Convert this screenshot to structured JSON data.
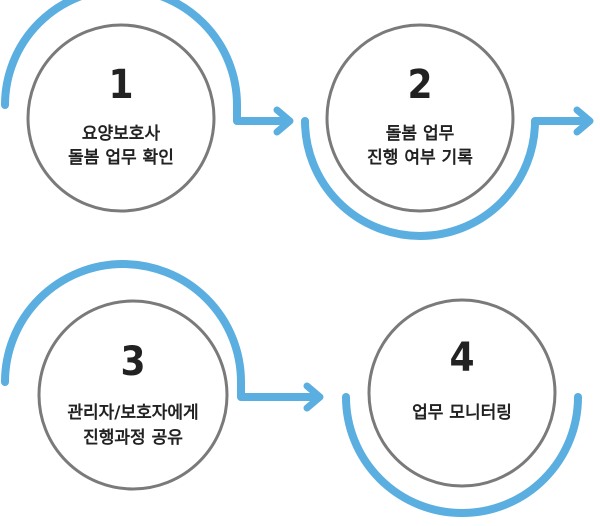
{
  "colors": {
    "accent": "#5aaee0",
    "circle_border": "#7a7a7a",
    "text": "#222222"
  },
  "steps": [
    {
      "number": "1",
      "line1": "요양보호사",
      "line2": "돌봄 업무 확인"
    },
    {
      "number": "2",
      "line1": "돌봄 업무",
      "line2": "진행 여부 기록"
    },
    {
      "number": "3",
      "line1": "관리자/보호자에게",
      "line2": "진행과정 공유"
    },
    {
      "number": "4",
      "line1": "업무 모니터링",
      "line2": ""
    }
  ]
}
